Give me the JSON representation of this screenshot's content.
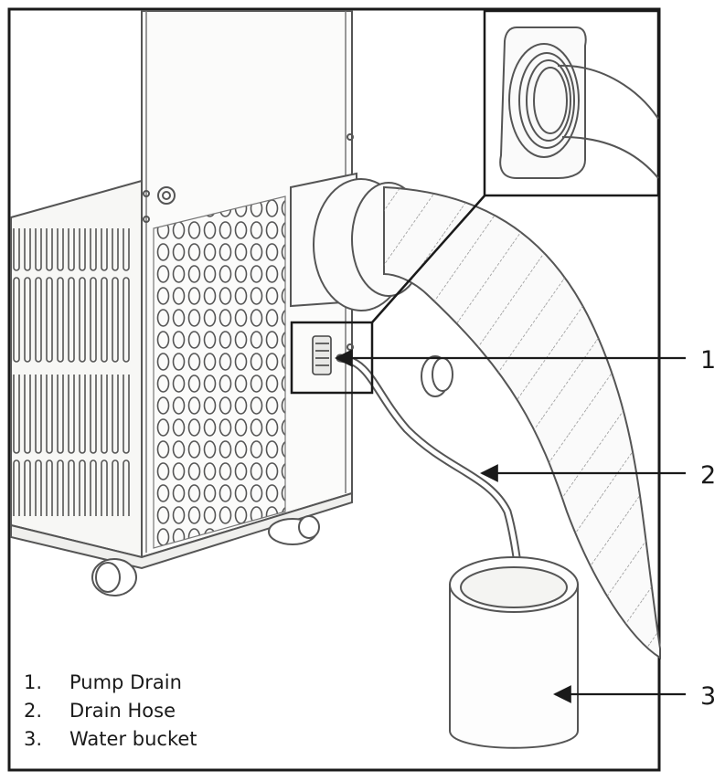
{
  "callouts": [
    {
      "number": "1"
    },
    {
      "number": "2"
    },
    {
      "number": "3"
    }
  ],
  "legend": [
    {
      "number": "1.",
      "label": "Pump Drain"
    },
    {
      "number": "2.",
      "label": "Drain Hose"
    },
    {
      "number": "3.",
      "label": "Water bucket"
    }
  ],
  "colors": {
    "ink": "#1a1a1a",
    "line": "#555555",
    "paper": "#ffffff"
  }
}
